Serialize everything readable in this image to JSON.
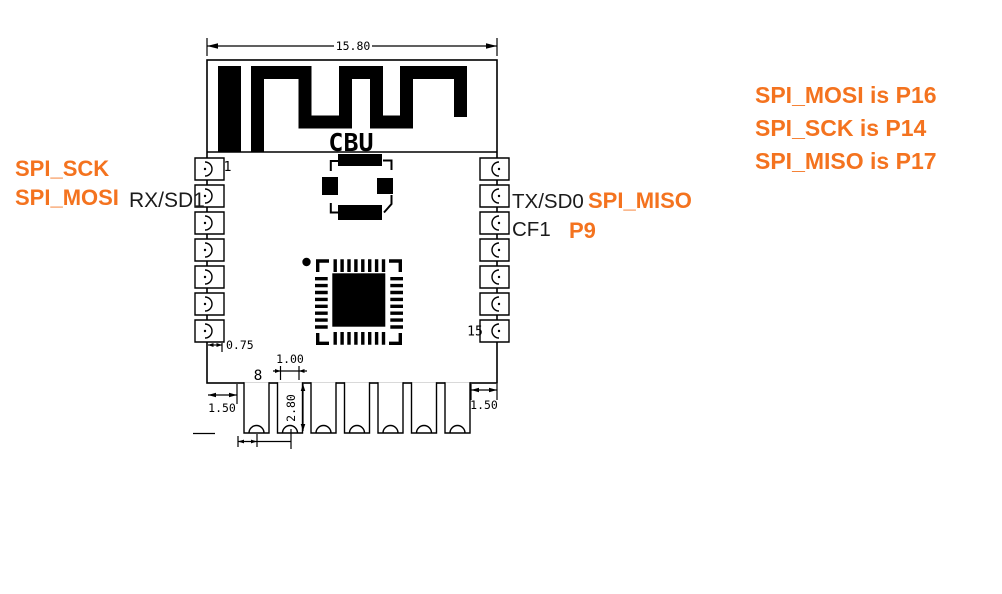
{
  "colors": {
    "accent_orange": "#F4731F",
    "drawing_ink": "#000000"
  },
  "drawing": {
    "module_name": "CBU",
    "pin_numbers": {
      "pin1": "1",
      "pin8": "8",
      "pin15": "15"
    },
    "dims": {
      "width_top": "15.80",
      "offset_075": "0.75",
      "pad_width_100": "1.00",
      "pad_height_280": "2.80",
      "left_150": "1.50",
      "right_150": "1.50"
    }
  },
  "labels": {
    "spi_sck": "SPI_SCK",
    "spi_mosi": "SPI_MOSI",
    "rx_sd1": "RX/SD1",
    "tx_sd0": "TX/SD0",
    "spi_miso": "SPI_MISO",
    "cf1": "CF1",
    "p9": "P9"
  },
  "legend": {
    "line1": "SPI_MOSI is P16",
    "line2": "SPI_SCK is P14",
    "line3": "SPI_MISO is P17"
  }
}
